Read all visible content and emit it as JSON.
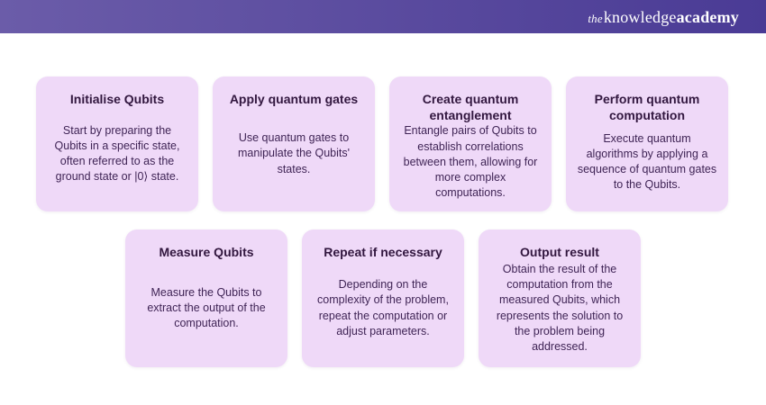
{
  "header": {
    "gradient_left": "#6B5CA9",
    "gradient_right": "#4A3B95",
    "logo": {
      "the": "the",
      "knowledge": "knowledge",
      "academy": "academy"
    }
  },
  "cards": {
    "background": "#EFD9F8",
    "title_color": "#32173F",
    "body_color": "#3F2455",
    "row1": [
      {
        "title": "Initialise Qubits",
        "body": "Start by preparing the Qubits in a specific state, often referred to as the ground state or |0⟩ state."
      },
      {
        "title": "Apply quantum gates",
        "body": "Use quantum gates to manipulate the Qubits' states."
      },
      {
        "title": "Create quantum entanglement",
        "body": "Entangle pairs of Qubits to establish correlations between them, allowing for more complex computations."
      },
      {
        "title": "Perform quantum computation",
        "body": "Execute quantum algorithms by applying a sequence of quantum gates to the Qubits."
      }
    ],
    "row2": [
      {
        "title": "Measure Qubits",
        "body": "Measure the Qubits to extract the output of the computation."
      },
      {
        "title": "Repeat if necessary",
        "body": "Depending on the complexity of the problem, repeat the computation or adjust parameters."
      },
      {
        "title": "Output result",
        "body": "Obtain the result of the computation from the measured Qubits, which represents the solution to the problem being addressed."
      }
    ]
  }
}
